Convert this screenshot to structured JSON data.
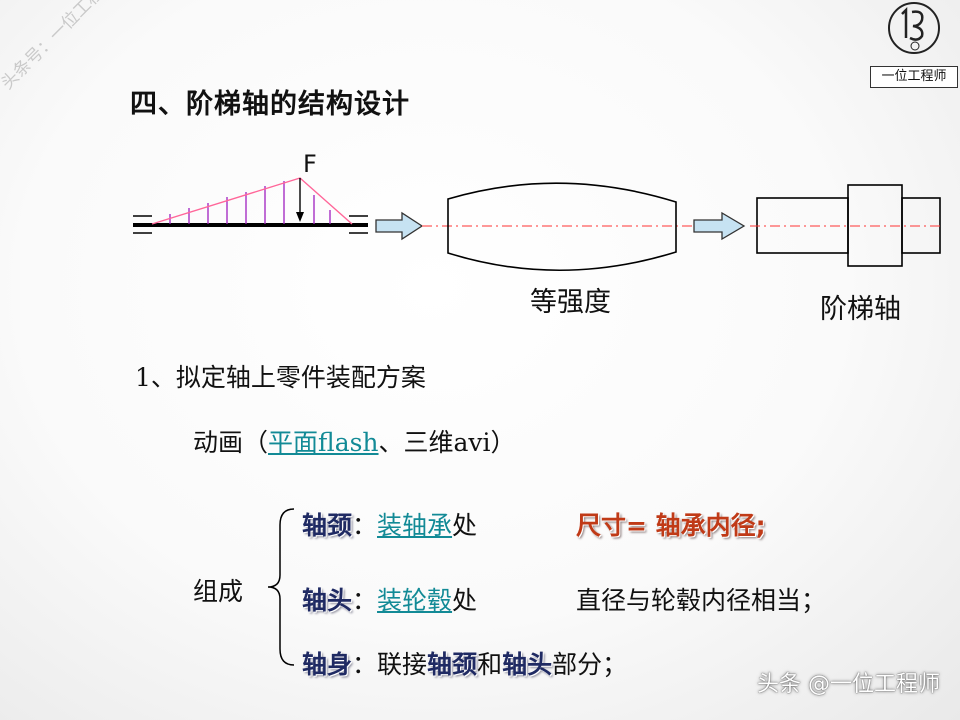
{
  "title": "四、阶梯轴的结构设计",
  "watermark_diagonal": "头条号：一位工程师",
  "watermark_bottom": "头条 @一位工程师",
  "logo": {
    "label": "一位工程师",
    "icon": "logo-emblem-icon"
  },
  "diagram": {
    "force_label": "F",
    "equal_strength_label": "等强度",
    "stepped_shaft_label": "阶梯轴"
  },
  "section1": {
    "heading": "1、拟定轴上零件装配方案",
    "animation_prefix": "动画（",
    "animation_link": "平面flash",
    "animation_suffix": "、三维avi）"
  },
  "composition": {
    "label": "组成",
    "rows": [
      {
        "term": "轴颈",
        "colon": "：",
        "link": "装轴承",
        "after": "处",
        "note": "尺寸= 轴承内径;"
      },
      {
        "term": "轴头",
        "colon": "：",
        "link": "装轮毂",
        "after": "处",
        "note": "直径与轮毂内径相当；"
      }
    ],
    "body_row": {
      "term": "轴身",
      "colon": "：",
      "text1": "联接",
      "term2": "轴颈",
      "text2": "和",
      "term3": "轴头",
      "text3": "部分；"
    }
  },
  "colors": {
    "link": "#128a96",
    "highlight": "#1f2a63",
    "emphasis": "#c03a17",
    "moment_line": "#ff6699",
    "hatch": "#a020c0",
    "centerline": "#ff3333"
  }
}
